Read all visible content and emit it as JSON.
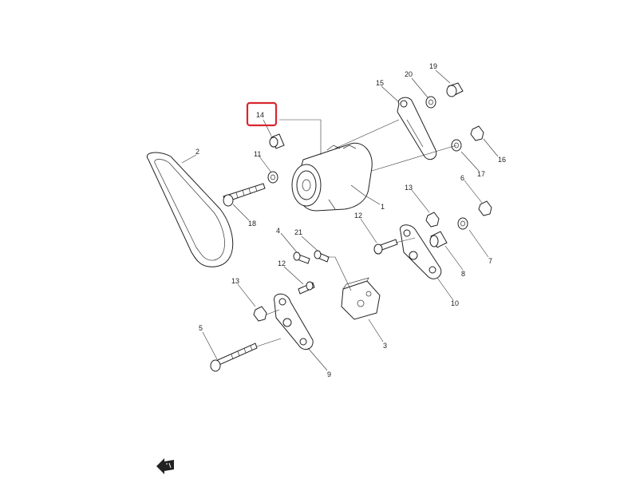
{
  "callouts": {
    "c1": "1",
    "c2": "2",
    "c3": "3",
    "c4": "4",
    "c5": "5",
    "c6": "6",
    "c7": "7",
    "c8": "8",
    "c9": "9",
    "c10": "10",
    "c11": "11",
    "c12a": "12",
    "c12b": "12",
    "c13a": "13",
    "c13b": "13",
    "c14": "14",
    "c15": "15",
    "c16": "16",
    "c17": "17",
    "c18": "18",
    "c19": "19",
    "c20": "20",
    "c21": "21"
  },
  "highlight_color": "#d8262e",
  "direction_arrow": "front-arrow-icon"
}
